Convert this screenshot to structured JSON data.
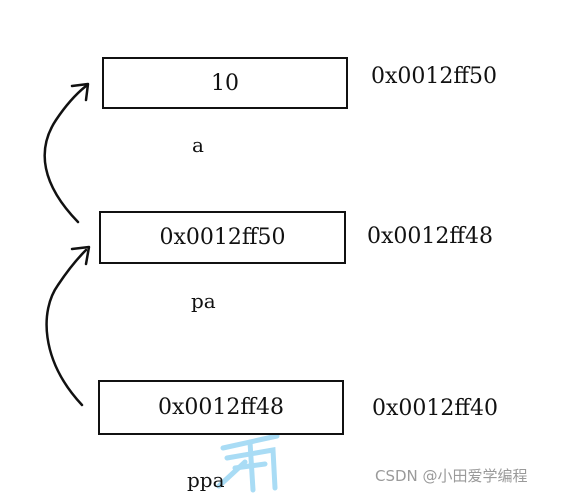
{
  "cells": {
    "a": {
      "value": "10",
      "address": "0x0012ff50",
      "name": "a"
    },
    "pa": {
      "value": "0x0012ff50",
      "address": "0x0012ff48",
      "name": "pa"
    },
    "ppa": {
      "value": "0x0012ff48",
      "address": "0x0012ff40",
      "name": "ppa"
    }
  },
  "watermark": "CSDN @小田爱学编程",
  "colors": {
    "ink": "#111111",
    "watermark_text": "#9a9a9a",
    "watermark_glyph": "#a9dcf5"
  }
}
